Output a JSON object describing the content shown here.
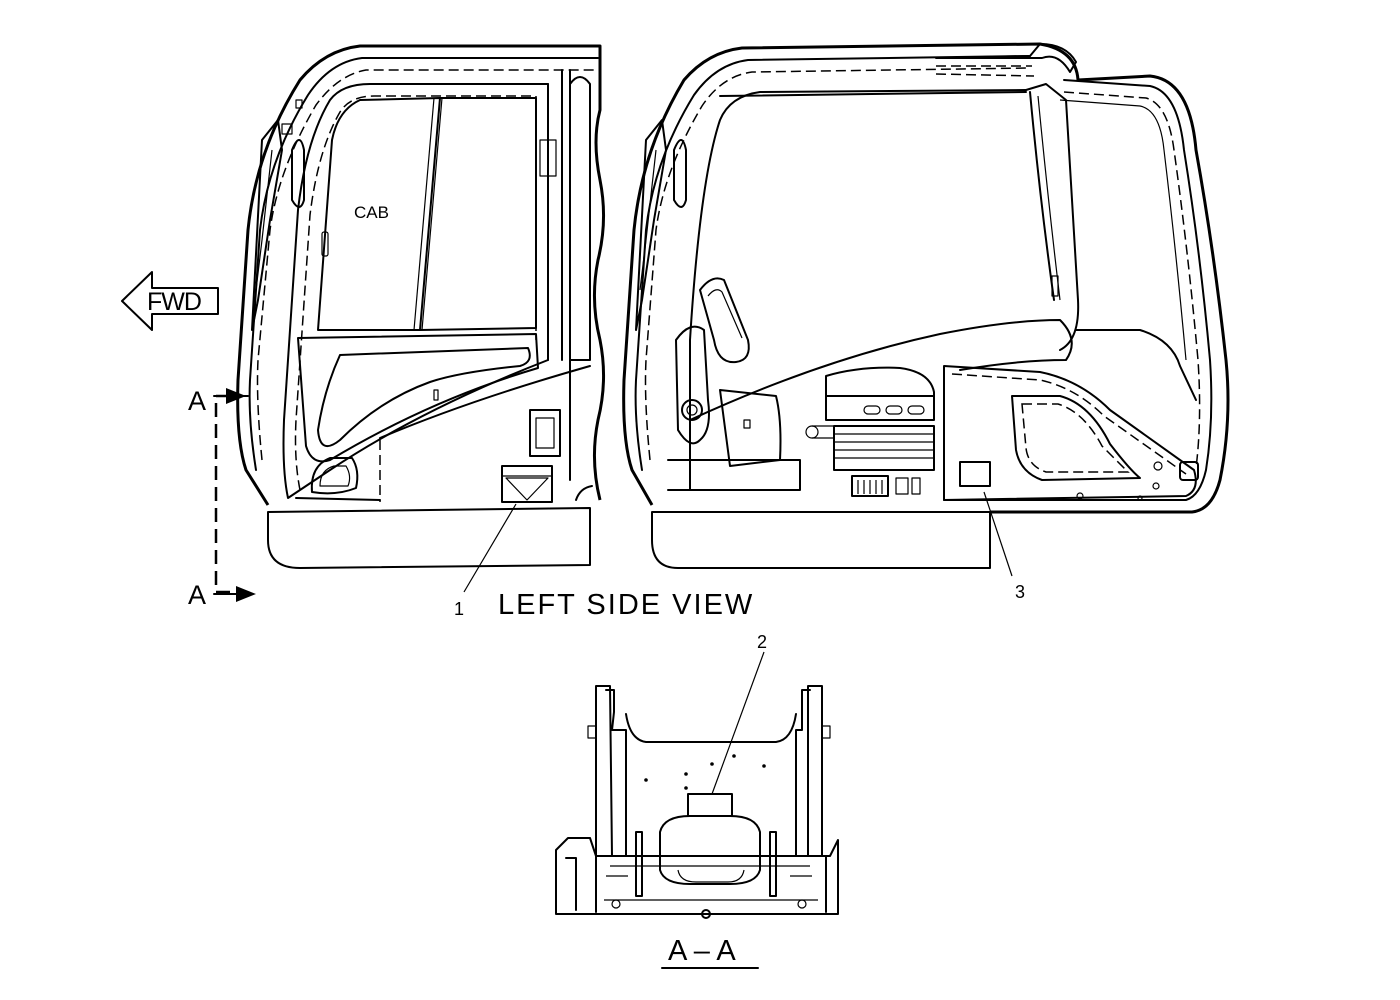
{
  "diagram": {
    "cab_label": "CAB",
    "direction_arrow": "FWD",
    "section_marker_top": "A",
    "section_marker_bottom": "A",
    "view_title": "LEFT SIDE VIEW",
    "section_view_title": "A – A",
    "callouts": [
      "1",
      "2",
      "3"
    ]
  }
}
